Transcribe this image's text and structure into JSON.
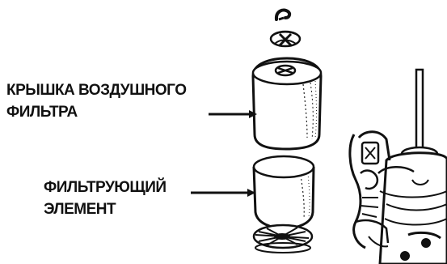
{
  "labels": {
    "air_filter_cover": {
      "line1": "КРЫШКА ВОЗДУШНОГО",
      "line2": "ФИЛЬТРА"
    },
    "filter_element": {
      "line1": "ФИЛЬТРУЮЩИЙ",
      "line2": "ЭЛЕМЕНТ"
    }
  },
  "colors": {
    "ink": "#111111",
    "paper": "#ffffff"
  }
}
